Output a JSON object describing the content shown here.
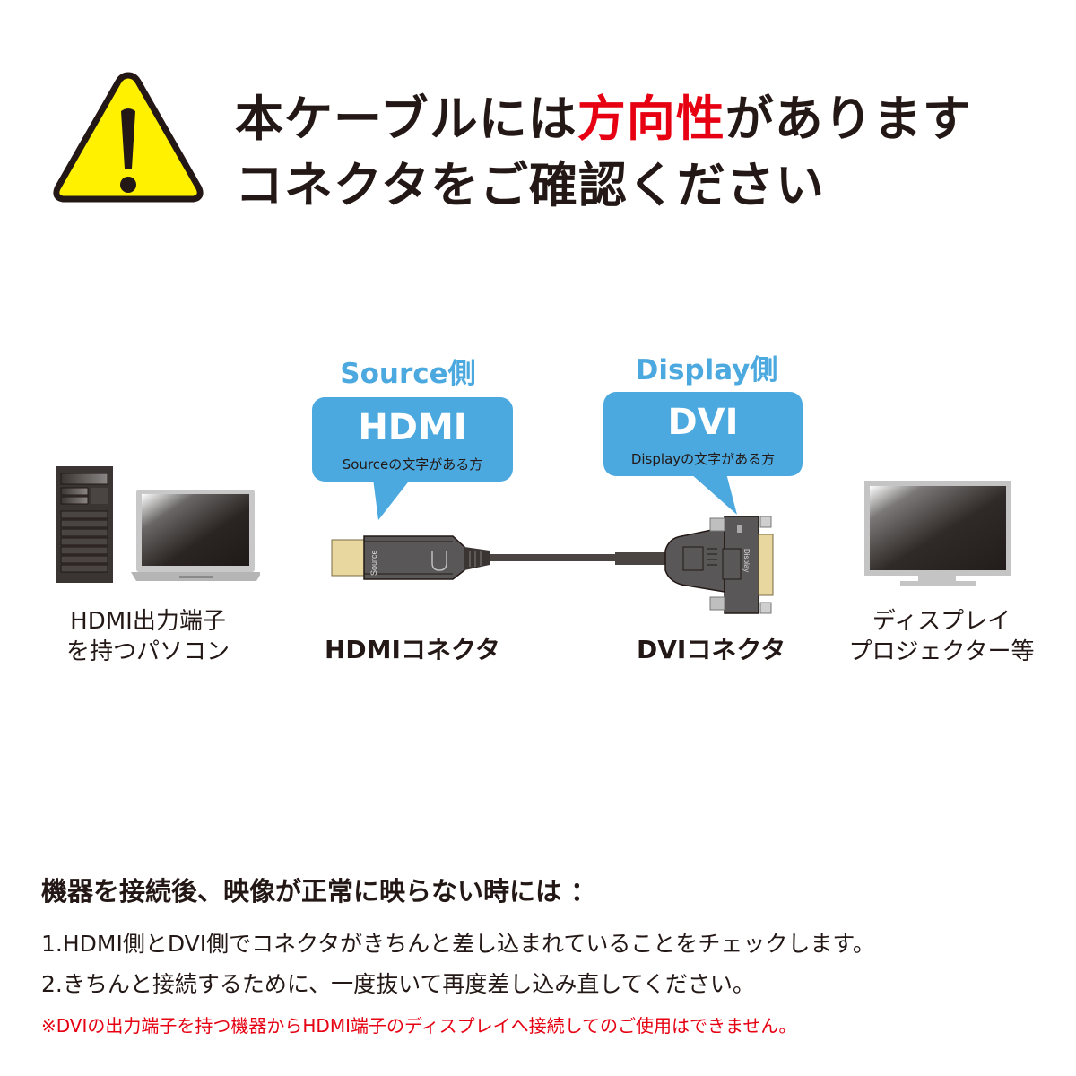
{
  "header": {
    "icon": "warning-triangle-icon",
    "line1_prefix": "本ケーブルには",
    "line1_highlight": "方向性",
    "line1_suffix": "があります",
    "line2": "コネクタをご確認ください",
    "highlight_color": "#e60012"
  },
  "diagram": {
    "source": {
      "side_label": "Source側",
      "bubble_title": "HDMI",
      "bubble_sub": "Sourceの文字がある方",
      "connector_label": "HDMIコネクタ",
      "connector_print": "Source"
    },
    "display": {
      "side_label": "Display側",
      "bubble_title": "DVI",
      "bubble_sub": "Displayの文字がある方",
      "connector_label": "DVIコネクタ",
      "connector_print": "Display"
    },
    "left_device": {
      "icon": "pc-laptop-icon",
      "label_line1": "HDMI出力端子",
      "label_line2": "を持つパソコン"
    },
    "right_device": {
      "icon": "monitor-icon",
      "label_line1": "ディスプレイ",
      "label_line2": "プロジェクター等"
    },
    "accent_color": "#4ba9df"
  },
  "notes": {
    "title": "機器を接続後、映像が正常に映らない時には ：",
    "items": [
      "1.HDMI側とDVI側でコネクタがきちんと差し込まれていることをチェックします。",
      "2.きちんと接続するために、一度抜いて再度差し込み直してください。"
    ],
    "warning": "※DVIの出力端子を持つ機器からHDMI端子のディスプレイへ接続してのご使用はできません。"
  }
}
